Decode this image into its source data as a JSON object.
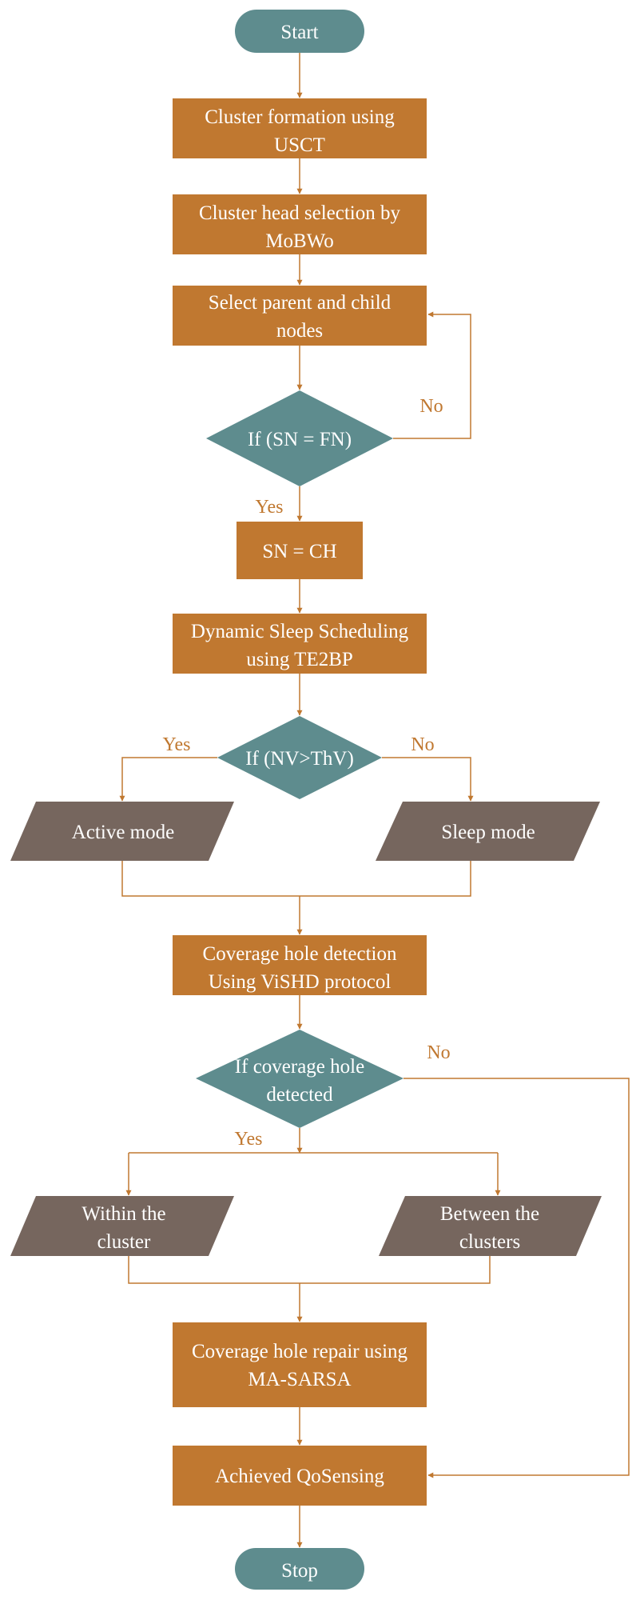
{
  "colors": {
    "process": "#C07830",
    "terminal": "#5E8C8E",
    "decision": "#5E8C8E",
    "io": "#76665E",
    "connector": "#C07830",
    "text_light": "#FFFFFF",
    "text_branch": "#C07830"
  },
  "nodes": {
    "start": "Start",
    "cluster_formation": [
      "Cluster formation using",
      "USCT"
    ],
    "ch_selection": [
      "Cluster head selection by",
      "MoBWo"
    ],
    "select_nodes": [
      "Select parent and child",
      "nodes"
    ],
    "decision_sn_fn": "If (SN = FN)",
    "sn_ch": "SN = CH",
    "sleep_scheduling": [
      "Dynamic Sleep Scheduling",
      "using TE2BP"
    ],
    "decision_nv": "If (NV>ThV)",
    "active_mode": "Active mode",
    "sleep_mode": "Sleep mode",
    "hole_detection": [
      "Coverage hole detection",
      "Using ViSHD protocol"
    ],
    "decision_hole": [
      "If coverage hole",
      "detected"
    ],
    "within_cluster": [
      "Within the",
      "cluster"
    ],
    "between_clusters": [
      "Between the",
      "clusters"
    ],
    "hole_repair": [
      "Coverage hole repair using",
      "MA-SARSA"
    ],
    "qosensing": "Achieved QoSensing",
    "stop": "Stop"
  },
  "branches": {
    "sn_fn_no": "No",
    "sn_fn_yes": "Yes",
    "nv_yes": "Yes",
    "nv_no": "No",
    "hole_no": "No",
    "hole_yes": "Yes"
  }
}
